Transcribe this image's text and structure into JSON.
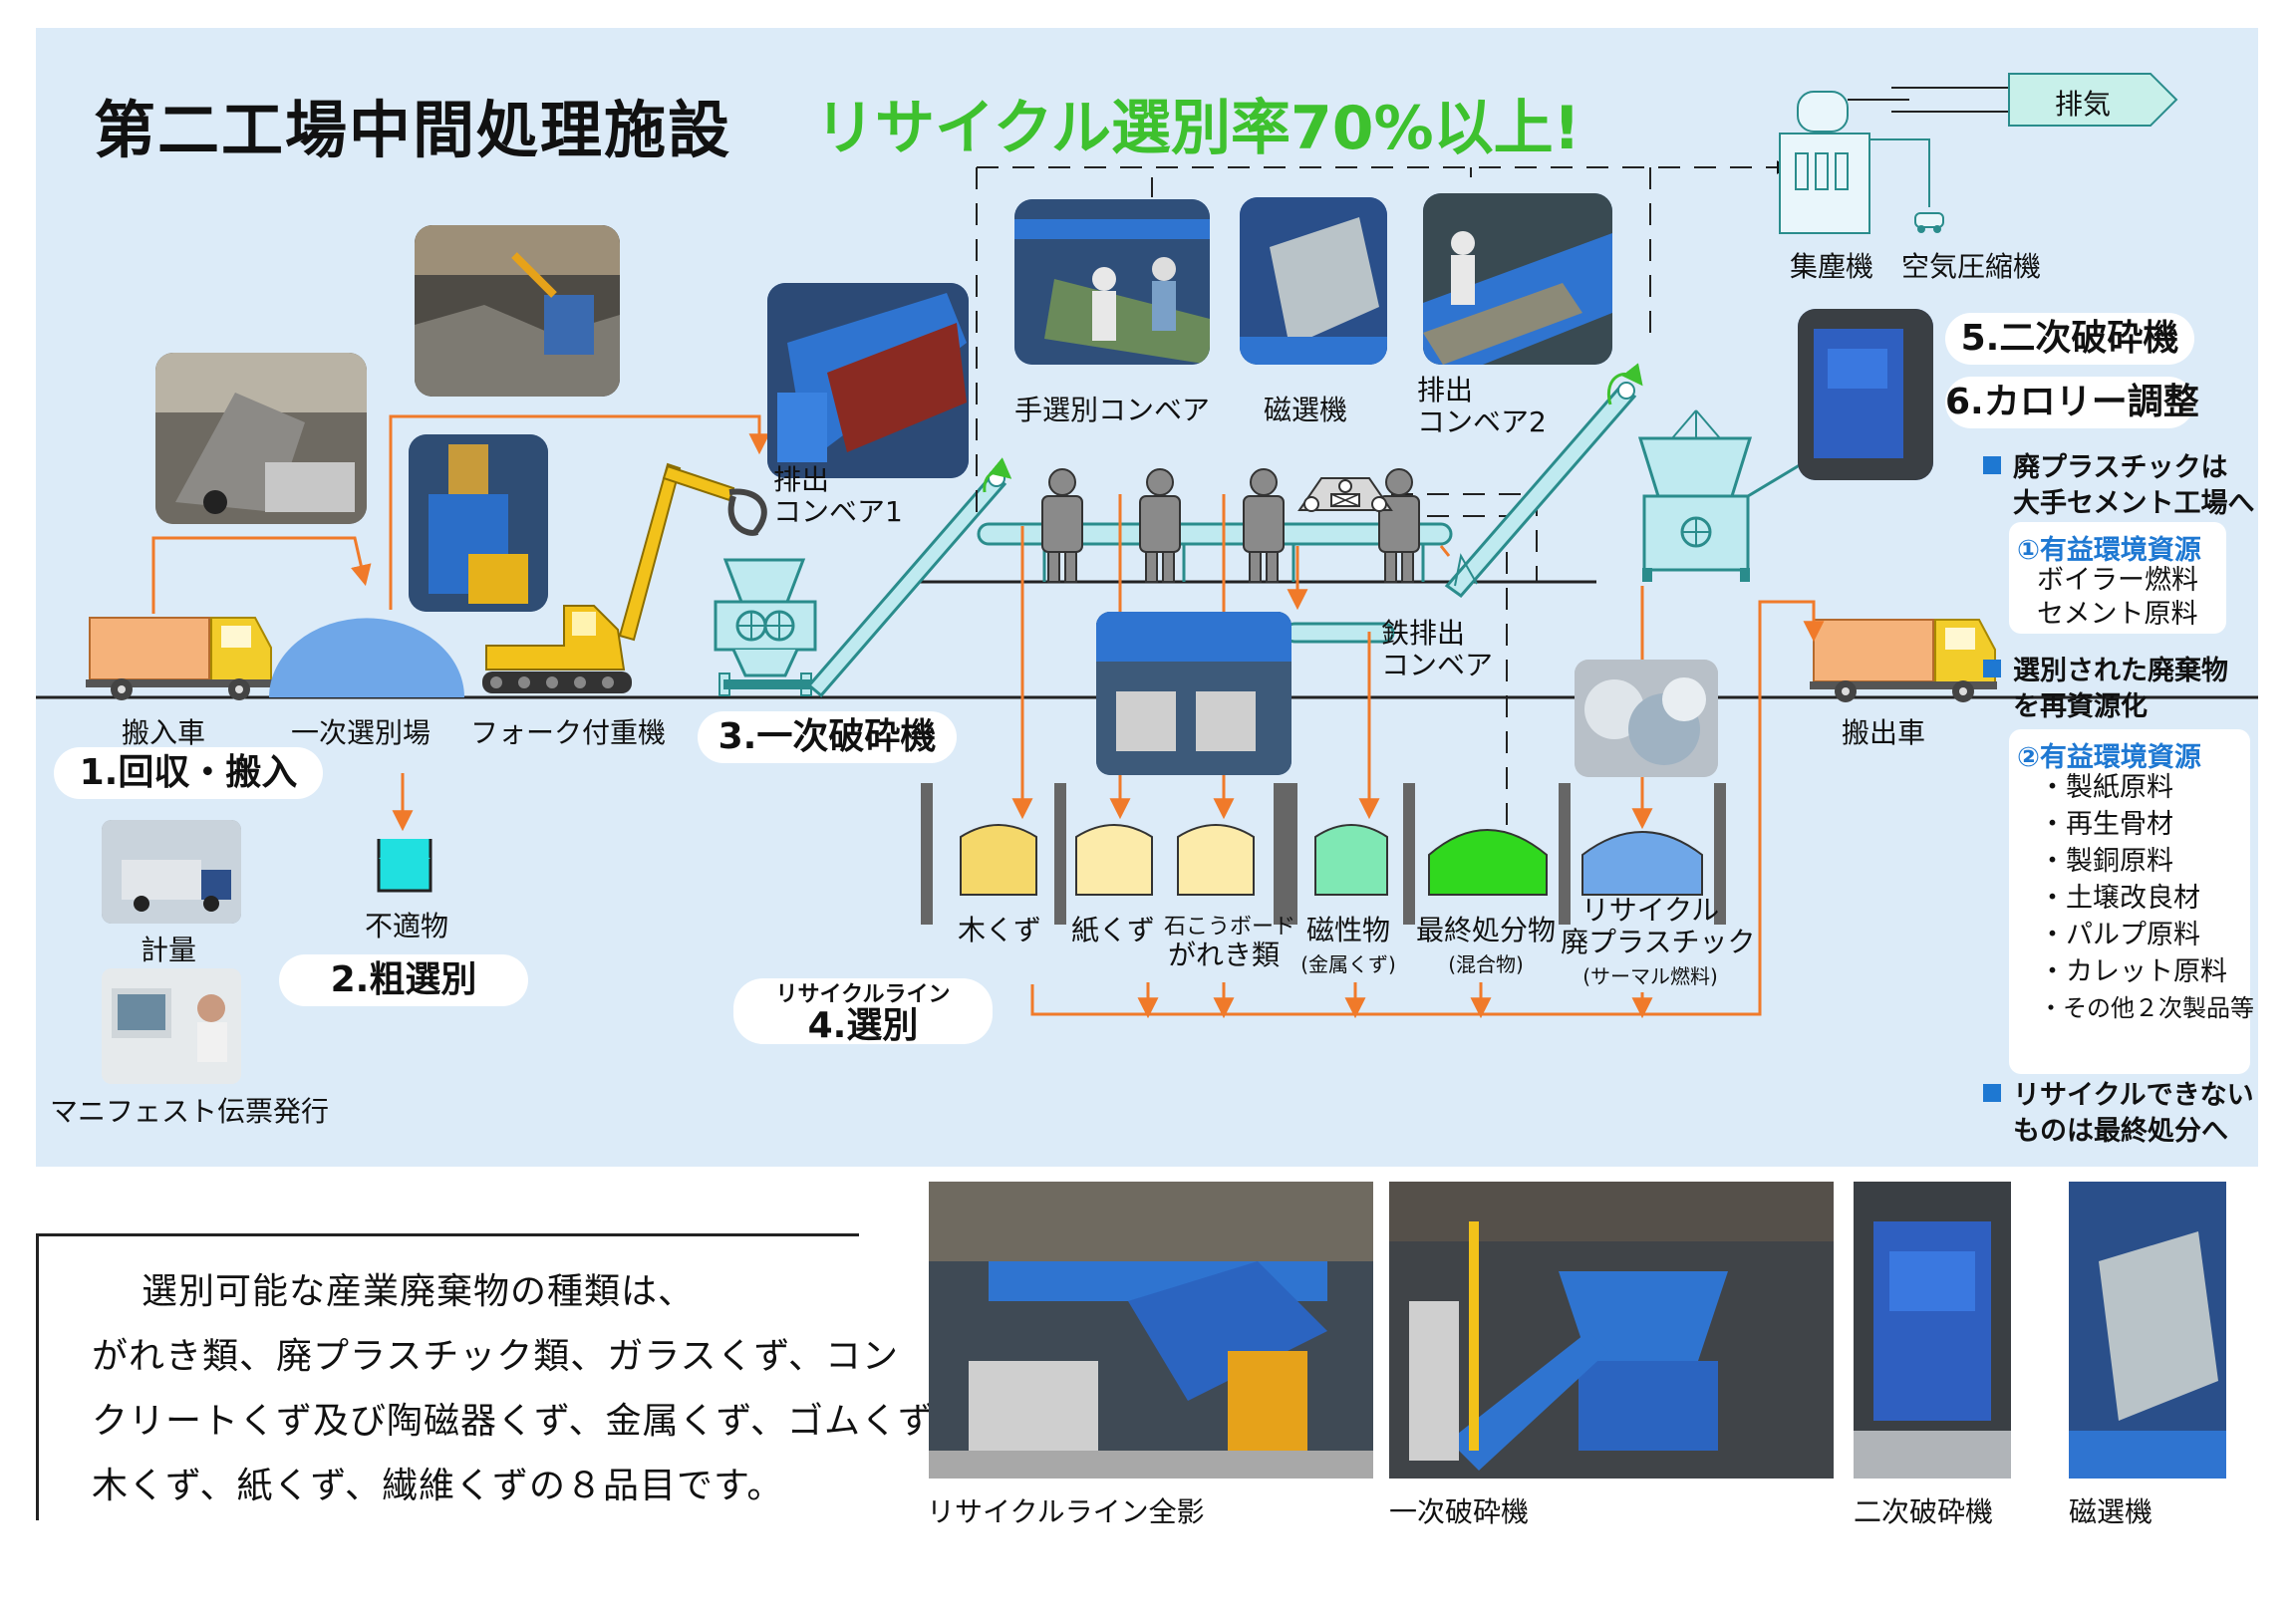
{
  "header": {
    "title": "第二工場中間処理施設",
    "slogan": "リサイクル選別率70%以上!"
  },
  "steps": {
    "step1": "1.回収・搬入",
    "step2": "2.粗選別",
    "step3": "3.一次破砕機",
    "step4_sub": "リサイクルライン",
    "step4": "4.選別",
    "step5": "5.二次破砕機",
    "step6": "6.カロリー調整"
  },
  "labels": {
    "incoming_truck": "搬入車",
    "primary_sort_area": "一次選別場",
    "fork_crane": "フォーク付重機",
    "weighing": "計量",
    "manifest": "マニフェスト伝票発行",
    "unsuitable": "不適物",
    "discharge_conveyor1_a": "排出",
    "discharge_conveyor1_b": "コンベア1",
    "hand_sort_conveyor": "手選別コンベア",
    "magnetic_separator": "磁選機",
    "discharge_conveyor2_a": "排出",
    "discharge_conveyor2_b": "コンベア2",
    "iron_conveyor_a": "鉄排出",
    "iron_conveyor_b": "コンベア",
    "dust_collector": "集塵機",
    "air_compressor": "空気圧縮機",
    "exhaust": "排気",
    "outgoing_truck": "搬出車"
  },
  "bins": [
    {
      "name": "木くず",
      "sub": ""
    },
    {
      "name": "紙くず",
      "sub": ""
    },
    {
      "name": "石こうボード",
      "sub": "がれき類"
    },
    {
      "name": "磁性物",
      "sub": "(金属くず)"
    },
    {
      "name": "最終処分物",
      "sub": "(混合物)"
    },
    {
      "name": "リサイクル",
      "sub": "廃プラスチック",
      "sub2": "(サーマル燃料)"
    }
  ],
  "sidebar": {
    "bullet1_line1": "廃プラスチックは",
    "bullet1_line2": "大手セメント工場へ",
    "res1_title": "①有益環境資源",
    "res1_items": [
      "ボイラー燃料",
      "セメント原料"
    ],
    "bullet2_line1": "選別された廃棄物",
    "bullet2_line2": "を再資源化",
    "res2_title": "②有益環境資源",
    "res2_items": [
      "・製紙原料",
      "・再生骨材",
      "・製銅原料",
      "・土壌改良材",
      "・パルプ原料",
      "・カレット原料",
      "・その他２次製品等"
    ],
    "bullet3_line1": "リサイクルできない",
    "bullet3_line2": "ものは最終処分へ"
  },
  "intro": {
    "line1": "選別可能な産業廃棄物の種類は、",
    "line2": "がれき類、廃プラスチック類、ガラスくず、コン",
    "line3": "クリートくず及び陶磁器くず、金属くず、ゴムくず、",
    "line4": "木くず、紙くず、繊維くずの８品目です。"
  },
  "photo_captions": [
    "リサイクルライン全影",
    "一次破砕機",
    "二次破砕機",
    "磁選機"
  ],
  "colors": {
    "panel_bg": "#dcebf8",
    "accent_green": "#3ec12e",
    "flow_orange": "#f07a2a",
    "conveyor_teal": "#2fa9a0",
    "bullet_blue": "#1e78d2",
    "truck_body": "#f5b27a",
    "truck_cab": "#f2cd2a"
  }
}
